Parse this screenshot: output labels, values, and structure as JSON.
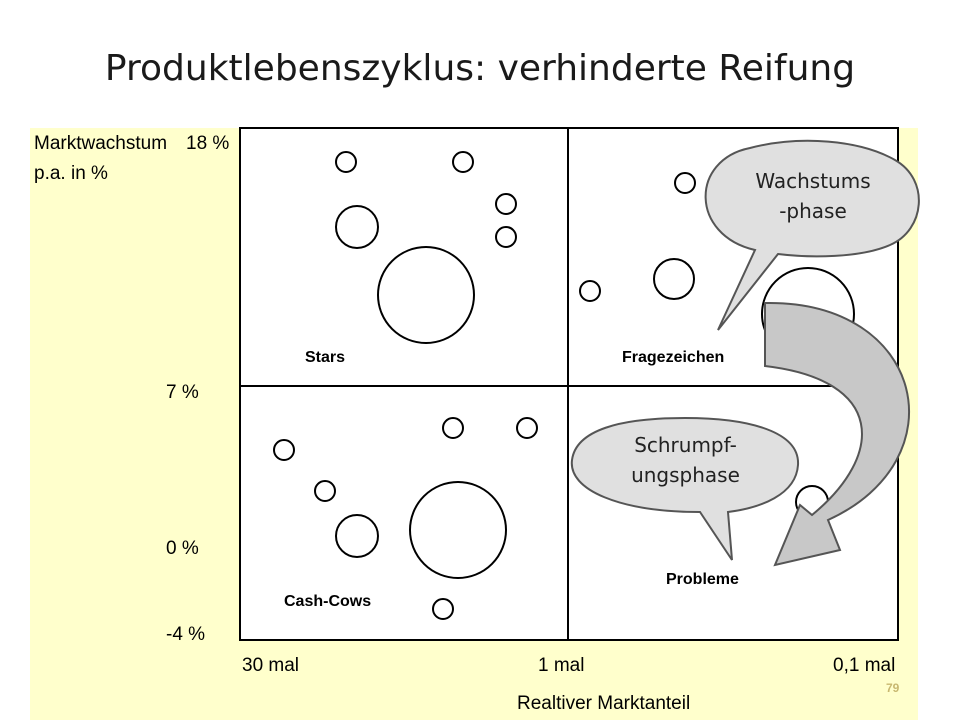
{
  "title": "Produktlebenszyklus: verhinderte Reifung",
  "y_axis": {
    "label_line1": "Marktwachstum",
    "value_top": "18 %",
    "label_line2": "p.a. in %",
    "tick_7": "7 %",
    "tick_0": "0 %",
    "tick_neg4": "-4 %"
  },
  "x_axis": {
    "tick_left": "30 mal",
    "tick_mid": "1 mal",
    "tick_right": "0,1 mal",
    "label": "Realtiver Marktanteil"
  },
  "quadrants": {
    "stars": "Stars",
    "question": "Fragezeichen",
    "cashcows": "Cash-Cows",
    "problems": "Probleme"
  },
  "callouts": {
    "growth_line1": "Wachstums",
    "growth_line2": "-phase",
    "shrink_line1": "Schrumpf-",
    "shrink_line2": "ungsphase"
  },
  "page_number": "79",
  "colors": {
    "panel": "#ffffcc",
    "bubble_fill": "#e0e0e0",
    "arrow_fill": "#c8c8c8"
  }
}
